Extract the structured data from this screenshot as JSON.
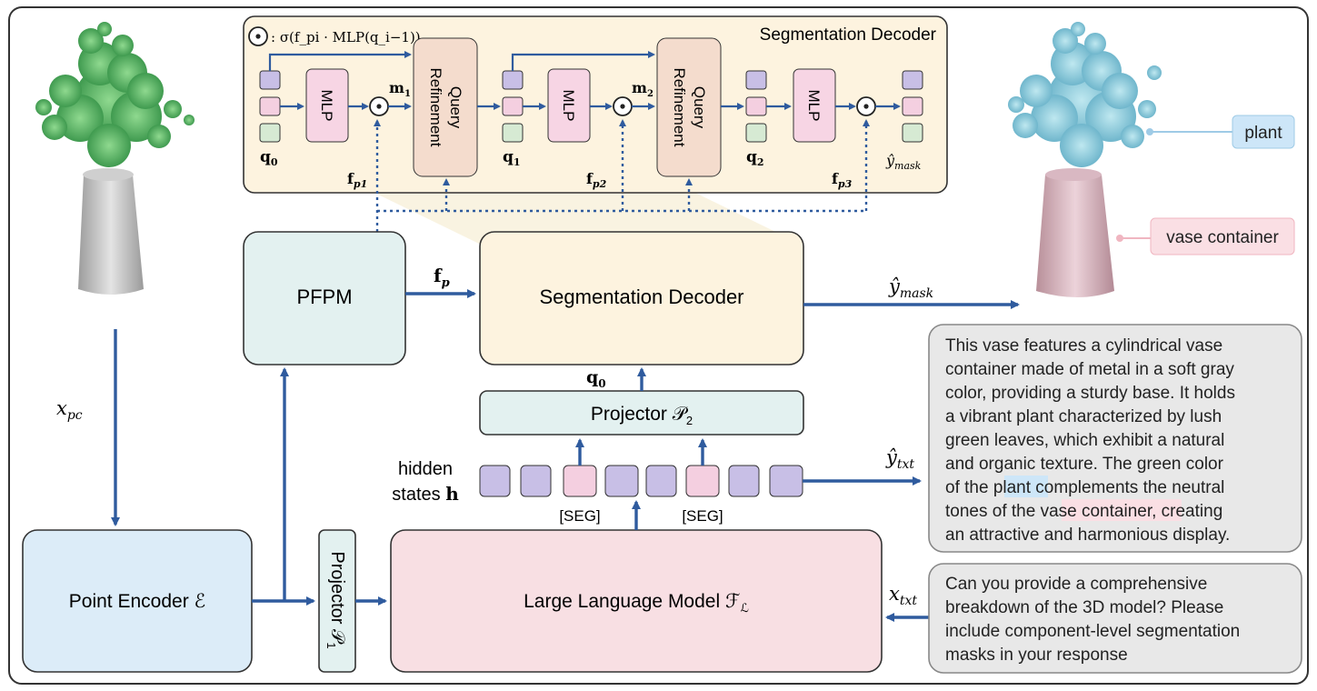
{
  "decoder_detail": {
    "title": "Segmentation Decoder",
    "formula": ": σ(f_pi · MLP(q_i−1))",
    "mlp_label": "MLP",
    "query_refinement_label_line1": "Query",
    "query_refinement_label_line2": "Refinement",
    "q0": "q",
    "q0_sub": "0",
    "q1": "q",
    "q1_sub": "1",
    "q2": "q",
    "q2_sub": "2",
    "m1": "m",
    "m1_sub": "1",
    "m2": "m",
    "m2_sub": "2",
    "fp1": "f",
    "fp1_sub": "p1",
    "fp2": "f",
    "fp2_sub": "p2",
    "fp3": "f",
    "fp3_sub": "p3",
    "ymask": "ŷ",
    "ymask_sub": "mask"
  },
  "main": {
    "pfpm": "PFPM",
    "seg_decoder": "Segmentation Decoder",
    "projector2": "Projector 𝒫",
    "projector2_sub": "2",
    "projector1": "Projector 𝒫",
    "projector1_sub": "1",
    "point_encoder": "Point Encoder ℰ",
    "llm": "Large Language Model ℱ",
    "llm_sub": "ℒ",
    "hidden_states_line1": "hidden",
    "hidden_states_line2": "states ",
    "hidden_states_h": "h",
    "seg_token": "[SEG]",
    "fp_label": "f",
    "fp_sub": "p",
    "q0_label": "q",
    "q0_sub": "0",
    "xpc": "x",
    "xpc_sub": "pc",
    "xtxt": "x",
    "xtxt_sub": "txt",
    "ytxt": "ŷ",
    "ytxt_sub": "txt",
    "ymask": "ŷ",
    "ymask_sub": "mask"
  },
  "labels": {
    "plant": "plant",
    "vase": "vase container"
  },
  "response_text": {
    "lines": [
      "This vase features a cylindrical vase",
      "container made of metal in a soft gray",
      "color, providing a sturdy base. It holds",
      "a vibrant plant characterized by lush",
      "green leaves, which exhibit a natural",
      "and organic texture. The green color"
    ],
    "line7_a": "of the ",
    "line7_plant": "plant",
    "line7_b": " complements the neutral",
    "line8_a": "tones of the ",
    "line8_vase": "vase container",
    "line8_b": ", creating",
    "line9": "an attractive and harmonious display."
  },
  "question_text": {
    "lines": [
      "Can you provide a comprehensive",
      "breakdown of the 3D model? Please",
      "include component-level segmentation",
      "masks in your response"
    ]
  },
  "colors": {
    "arrow": "#2f5b9e",
    "lavender": "#c8bfe6",
    "pink": "#f4cfe0",
    "green": "#d6ead3",
    "cream": "#fdf3df",
    "teal": "#e3f1f0",
    "blue": "#dcecf8",
    "rose": "#f8dfe3",
    "qr": "#f4dccd"
  }
}
